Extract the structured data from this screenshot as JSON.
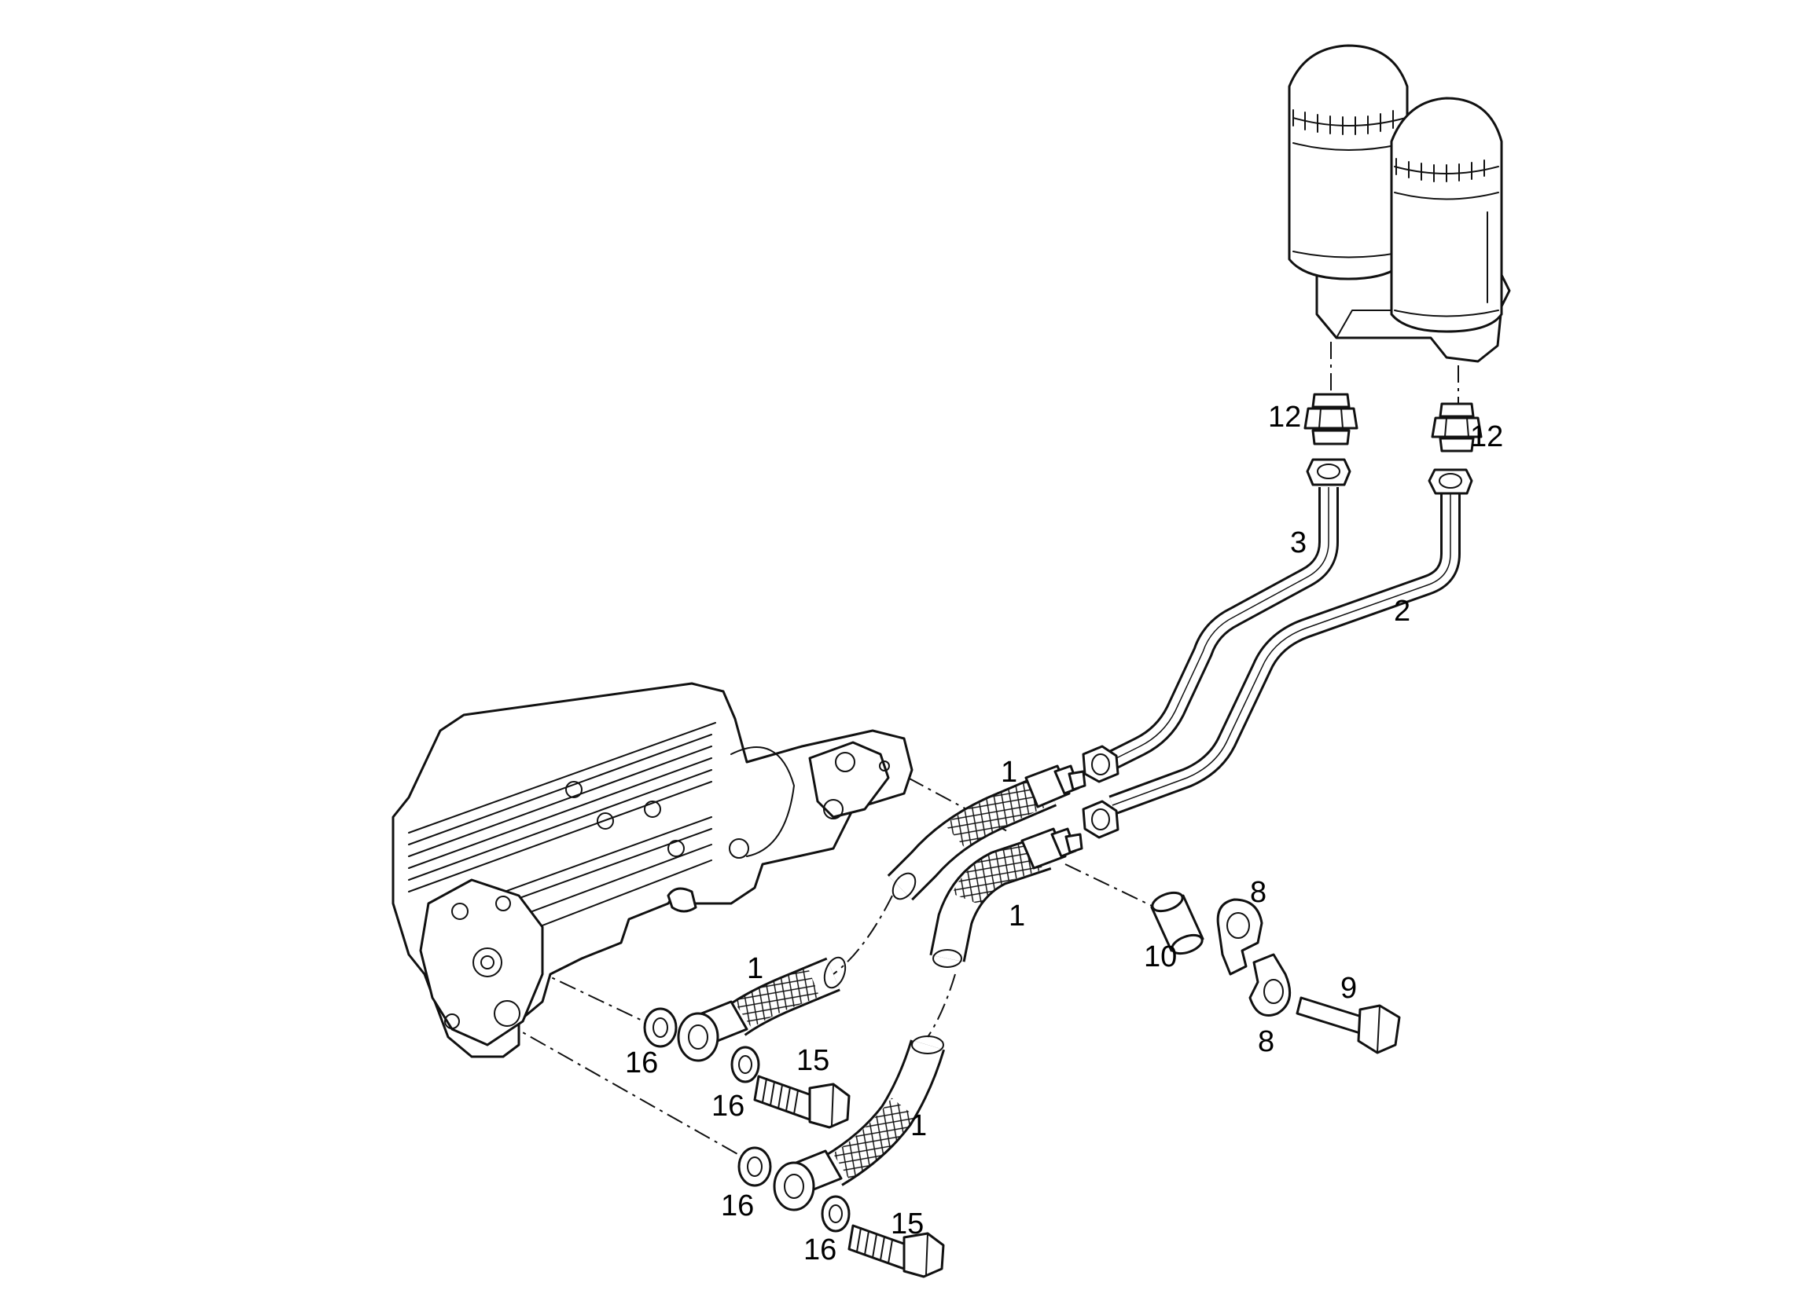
{
  "callouts": {
    "hose_upper": "1",
    "hose_right": "1",
    "hose_left": "1",
    "hose_lower": "1",
    "pipe_long": "2",
    "pipe_short": "3",
    "clip_upper": "8",
    "clip_lower": "8",
    "bolt_clamp": "9",
    "spacer": "10",
    "adapter_left": "12",
    "adapter_right": "12",
    "banjo_bolt_upper": "15",
    "banjo_bolt_lower": "15",
    "washer_a": "16",
    "washer_b": "16",
    "washer_c": "16",
    "washer_d": "16"
  }
}
